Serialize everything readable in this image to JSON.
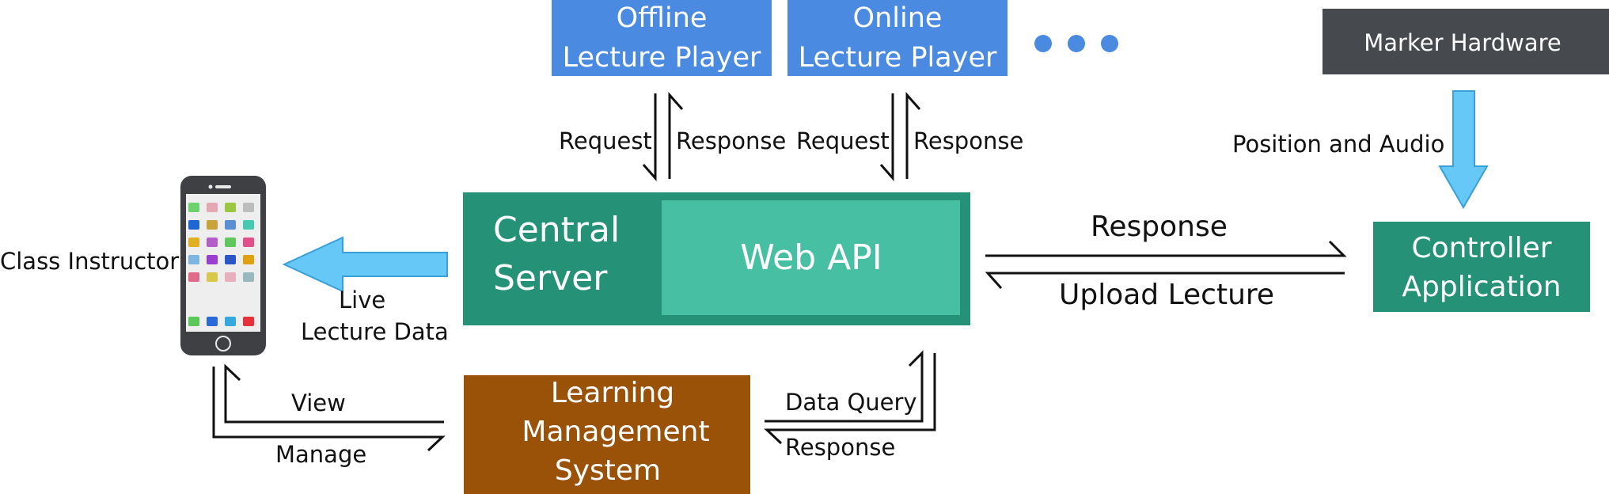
{
  "nodes": {
    "offline_player": {
      "line1": "Offline",
      "line2": "Lecture Player"
    },
    "online_player": {
      "line1": "Online",
      "line2": "Lecture Player"
    },
    "marker_hardware": {
      "label": "Marker Hardware"
    },
    "central_server": {
      "line1": "Central",
      "line2": "Server"
    },
    "web_api": {
      "label": "Web API"
    },
    "controller_app": {
      "line1": "Controller",
      "line2": "Application"
    },
    "lms": {
      "line1": "Learning",
      "line2": "Management",
      "line3": "System"
    },
    "class_instructor": {
      "label": "Class Instructor"
    }
  },
  "edges": {
    "offline_request": "Request",
    "offline_response": "Response",
    "online_request": "Request",
    "online_response": "Response",
    "position_audio": "Position and Audio",
    "controller_response": "Response",
    "upload_lecture": "Upload Lecture",
    "live_line1": "Live",
    "live_line2": "Lecture Data",
    "view": "View",
    "manage": "Manage",
    "data_query": "Data Query",
    "lms_response": "Response"
  },
  "colors": {
    "blue": "#4a8ae0",
    "dark_gray": "#464a4f",
    "teal_dark": "#259278",
    "teal_light": "#47bfa2",
    "brown": "#9a5208",
    "arrow_fill": "#66c8f7",
    "arrow_stroke": "#3a9fd6"
  },
  "icons": [
    "smartphone-icon",
    "ellipsis-icon"
  ]
}
